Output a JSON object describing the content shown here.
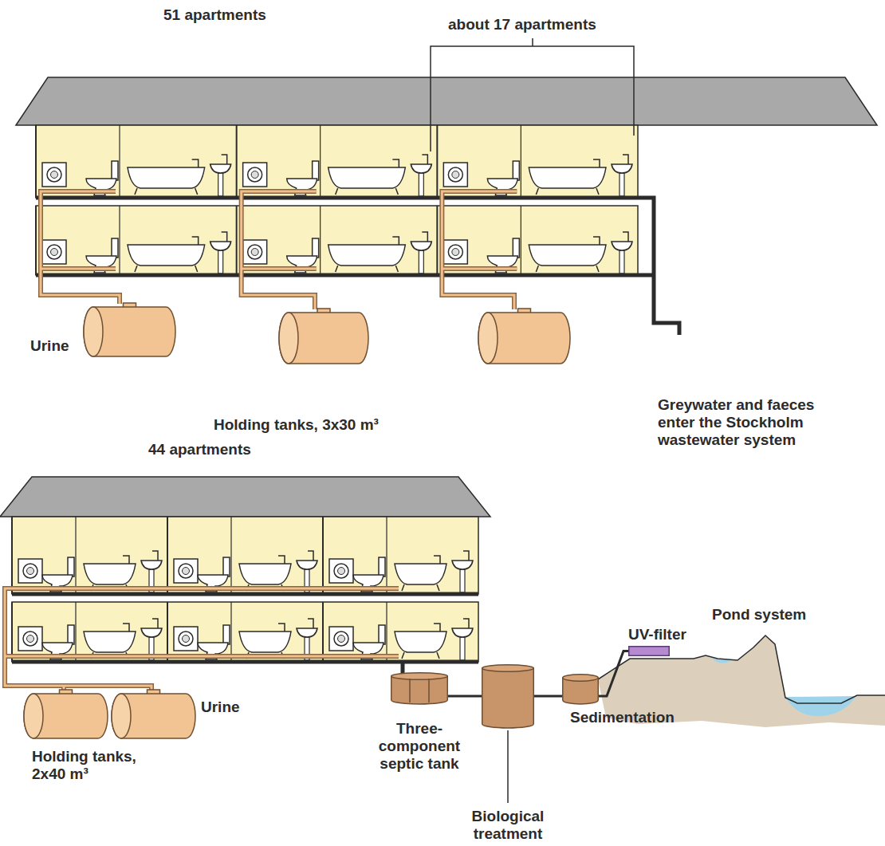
{
  "diagram": {
    "nodes": [
      {
        "text": [
          "Three-component septic tank"
        ]
      },
      {
        "text": [
          "Biological treatment"
        ]
      },
      {
        "text": [
          "Sedimentation"
        ]
      },
      {
        "text": [
          "UV-filter"
        ]
      }
    ],
    "edges": [
      {
        "from": 0,
        "to": 1,
        "arrow": "none"
      },
      {
        "from": 1,
        "to": 2,
        "arrow": "none"
      },
      {
        "from": 2,
        "to": 3,
        "arrow": "none"
      }
    ],
    "labels": [
      "51 apartments",
      "about 17 apartments",
      "Urine",
      "Holding tanks, 3x30 m³",
      "Greywater and faeces enter the Stockholm wastewater system",
      "44 apartments",
      "Urine",
      "Holding tanks, 2x40 m³",
      "Pond system"
    ]
  }
}
